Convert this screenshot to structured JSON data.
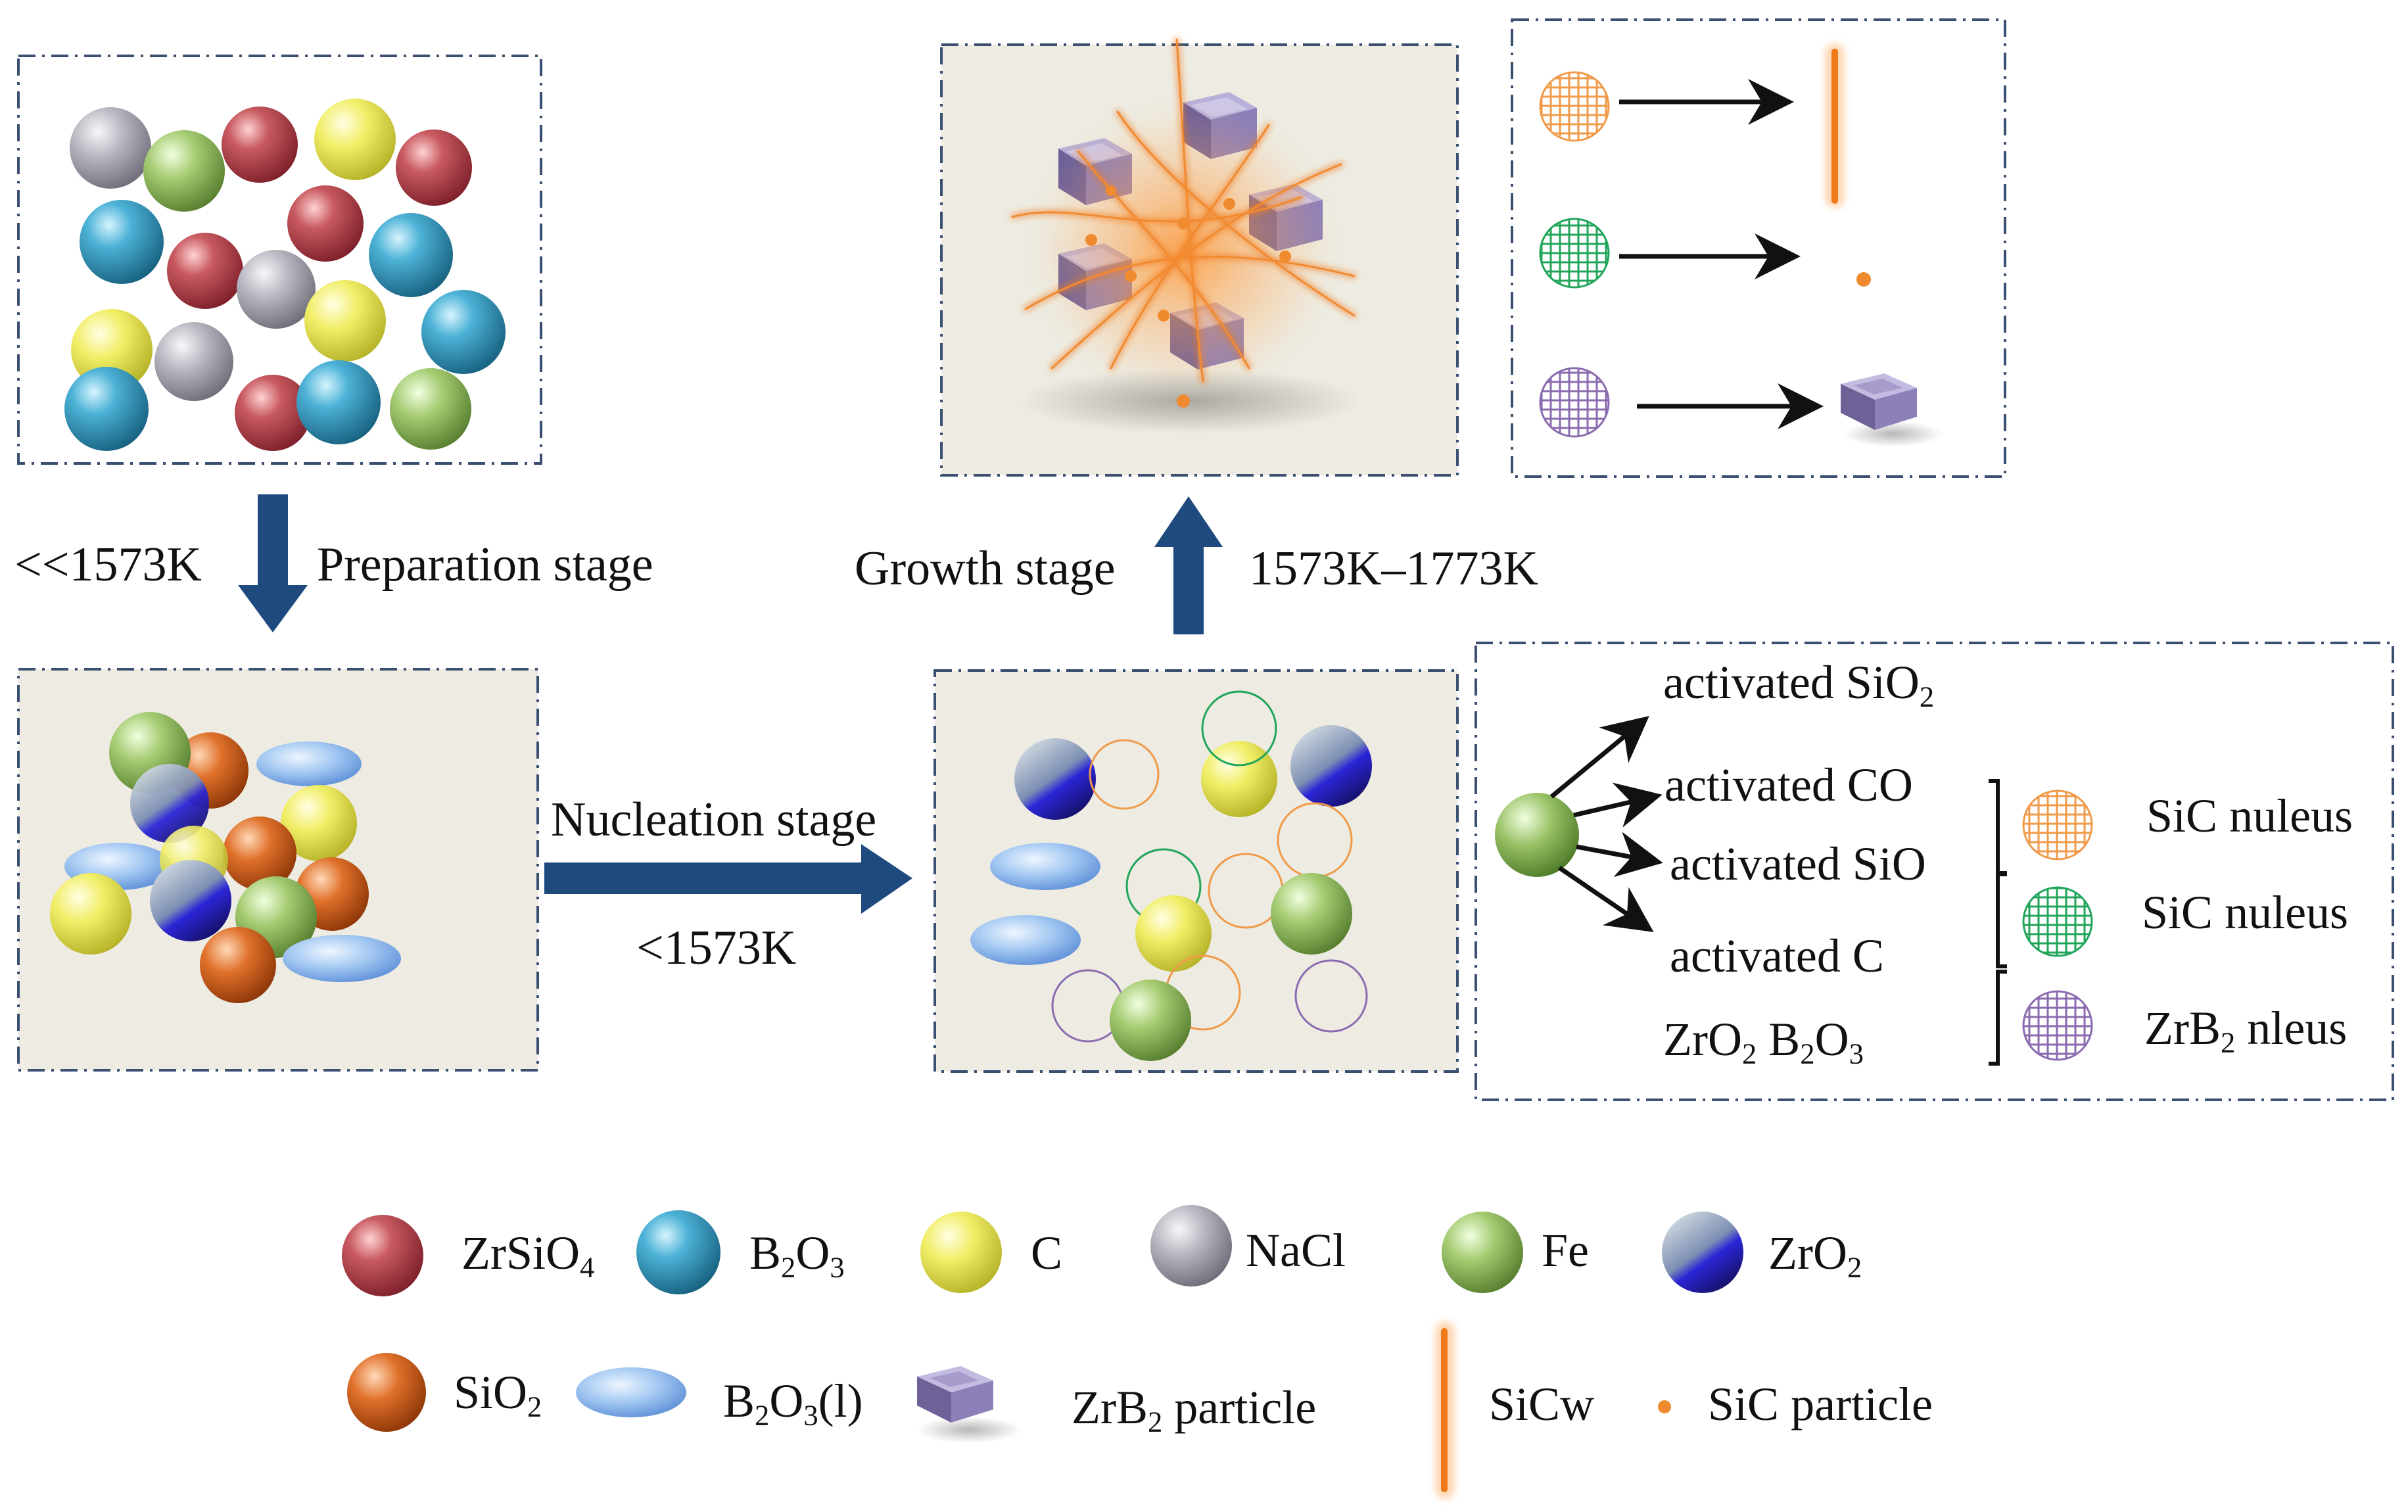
{
  "stages": {
    "preparation": {
      "temperature": "<<1573K",
      "label": "Preparation stage"
    },
    "nucleation": {
      "label": "Nucleation stage",
      "temperature": "<1573K"
    },
    "growth": {
      "label": "Growth stage",
      "temperature": "1573K–1773K"
    }
  },
  "reaction_panel": {
    "activated_sio2": [
      "activated SiO",
      "2"
    ],
    "activated_co": "activated CO",
    "activated_sio": "activated SiO",
    "activated_c": "activated C",
    "zro2_b2o3": [
      "ZrO",
      "2",
      " B",
      "2",
      "O",
      "3"
    ],
    "nucleus_sic_1": "SiC nuleus",
    "nucleus_sic_2": "SiC nuleus",
    "nucleus_zrb2": [
      "ZrB",
      "2",
      " nleus"
    ]
  },
  "legend": {
    "zrsio4": [
      "ZrSiO",
      "4"
    ],
    "b2o3": [
      "B",
      "2",
      "O",
      "3"
    ],
    "c": "C",
    "nacl": "NaCl",
    "fe": "Fe",
    "zro2": [
      "ZrO",
      "2"
    ],
    "sio2": [
      "SiO",
      "2"
    ],
    "b2o3_l": [
      "B",
      "2",
      "O",
      "3",
      "(l)"
    ],
    "zrb2_particle": [
      "ZrB",
      "2",
      " particle"
    ],
    "sicw": "SiCw",
    "sic_particle": "SiC particle"
  },
  "colors": {
    "zrsio4": "#b8454d",
    "b2o3": "#3fa2c7",
    "c": "#ecea5e",
    "nacl": "#b4b3ba",
    "fe": "#9cc36a",
    "zro2_top": "#8d9fb8",
    "zro2_bottom": "#2a1ed0",
    "sio2": "#db6a22",
    "b2o3_l": "#8fbcee",
    "zrb2": "#8c7fb8",
    "sic_orange": "#f09a4a",
    "sic_green": "#21a55a",
    "zrb2_grid": "#8b6bb0",
    "panel_bg": "#edebe2",
    "arrow": "#1e4a7e",
    "dash_border": "#3a4f72"
  },
  "icons": [
    "down-arrow-icon",
    "right-arrow-icon",
    "up-arrow-icon",
    "bracket-icon"
  ]
}
